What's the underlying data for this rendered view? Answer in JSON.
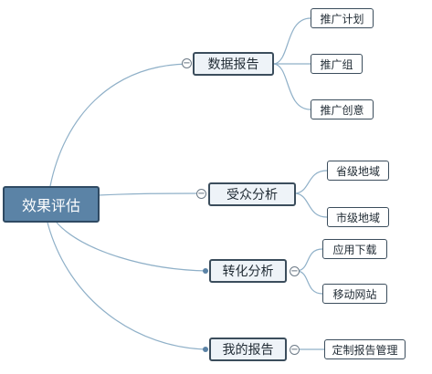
{
  "root": {
    "label": "效果评估"
  },
  "branches": [
    {
      "label": "数据报告",
      "children": [
        "推广计划",
        "推广组",
        "推广创意"
      ],
      "marker": "−"
    },
    {
      "label": "受众分析",
      "children": [
        "省级地域",
        "市级地域"
      ],
      "marker": "−"
    },
    {
      "label": "转化分析",
      "children": [
        "应用下载",
        "移动网站"
      ],
      "marker": "−"
    },
    {
      "label": "我的报告",
      "children": [
        "定制报告管理"
      ],
      "marker": "−"
    }
  ],
  "colors": {
    "root_fill": "#5b83a6",
    "connector": "#8fb0c8"
  }
}
